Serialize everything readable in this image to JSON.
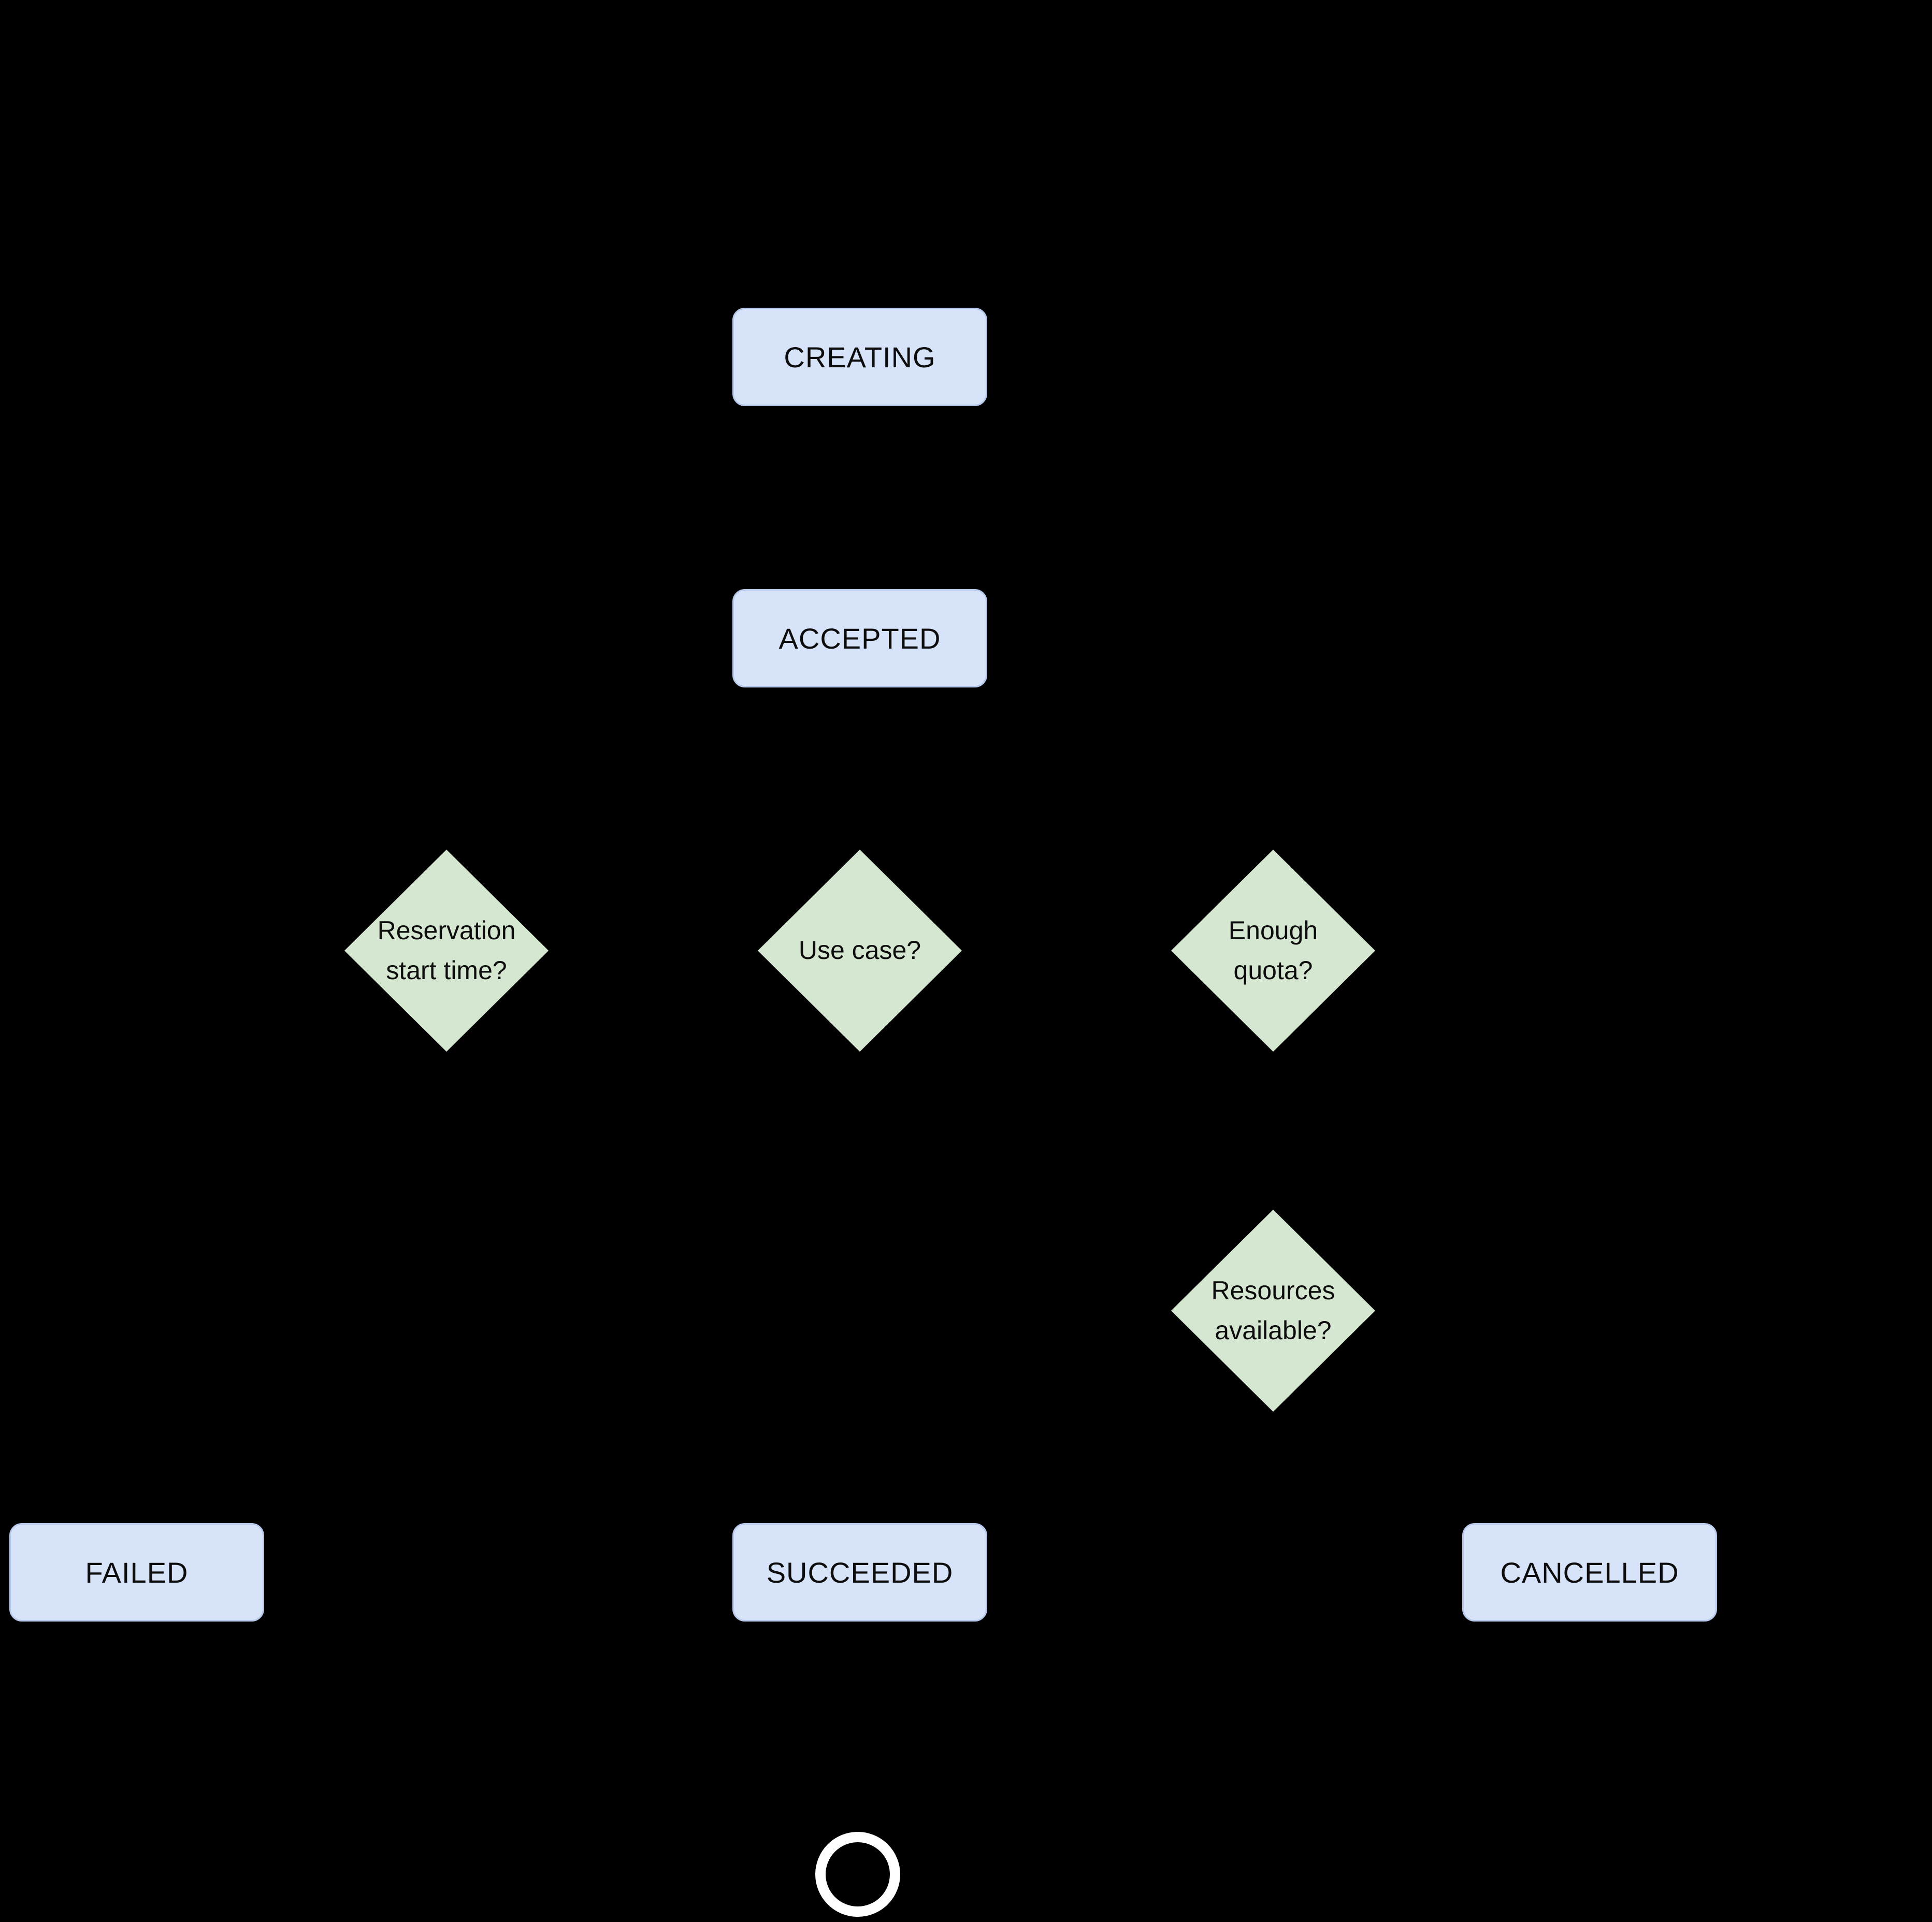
{
  "diagram": {
    "kind": "state-flowchart",
    "palette": {
      "background": "#000000",
      "state_fill": "#d7e3f8",
      "state_border": "#b7c9ea",
      "decision_fill": "#d5e7d0",
      "label_color": "#0d0d0d",
      "terminal_ring": "#ffffff"
    },
    "states": {
      "creating": {
        "label": "CREATING"
      },
      "accepted": {
        "label": "ACCEPTED"
      },
      "failed": {
        "label": "FAILED"
      },
      "succeeded": {
        "label": "SUCCEEDED"
      },
      "cancelled": {
        "label": "CANCELLED"
      }
    },
    "decisions": {
      "reservation_start_time": {
        "line1": "Reservation",
        "line2": "start time?"
      },
      "use_case": {
        "line1": "Use case?"
      },
      "enough_quota": {
        "line1": "Enough",
        "line2": "quota?"
      },
      "resources_available": {
        "line1": "Resources",
        "line2": "available?"
      }
    },
    "terminal": {
      "icon": "end-state-circle"
    }
  }
}
